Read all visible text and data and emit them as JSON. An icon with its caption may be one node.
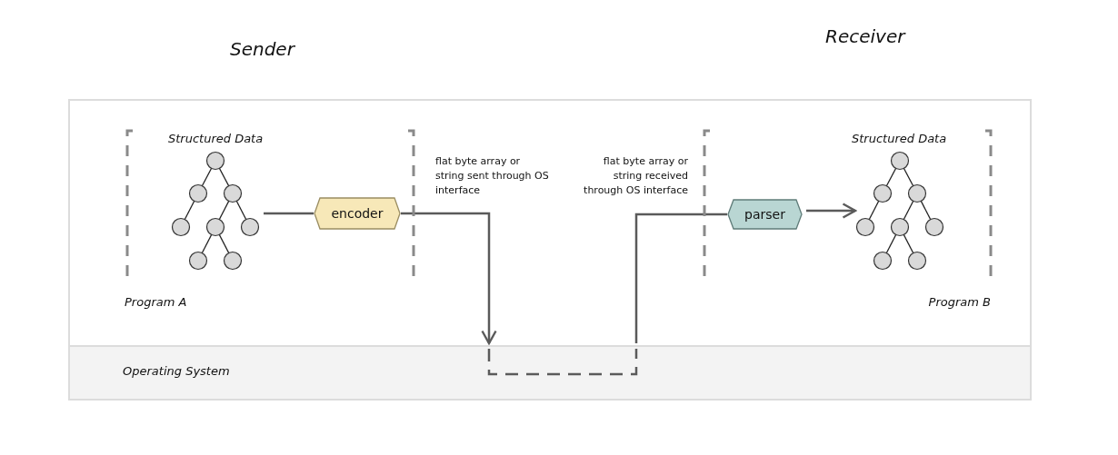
{
  "diagram": {
    "nodes": [
      {
        "text": [
          "Structured Data",
          "Program A"
        ]
      },
      {
        "text": [],
        "shape": "picture",
        "in": 0
      },
      {
        "text": [
          "encoder"
        ],
        "in": 0
      },
      {
        "text": [
          "Operating System"
        ]
      },
      {
        "text": [
          "Structured Data",
          "Program B"
        ]
      },
      {
        "text": [],
        "shape": "picture",
        "in": 4
      },
      {
        "text": [
          "parser"
        ],
        "in": 4
      }
    ],
    "edges": [
      {
        "from": 1,
        "to": 2,
        "arrow": "none"
      },
      {
        "from": 2,
        "to": 3,
        "arrow": "to"
      },
      {
        "from": 3,
        "to": 6,
        "arrow": "none"
      },
      {
        "from": 6,
        "to": 5,
        "arrow": "to"
      }
    ],
    "labels": [
      "Sender",
      "Receiver",
      "flat byte array or string sent through OS interface",
      "flat byte array or string received through OS interface"
    ]
  }
}
